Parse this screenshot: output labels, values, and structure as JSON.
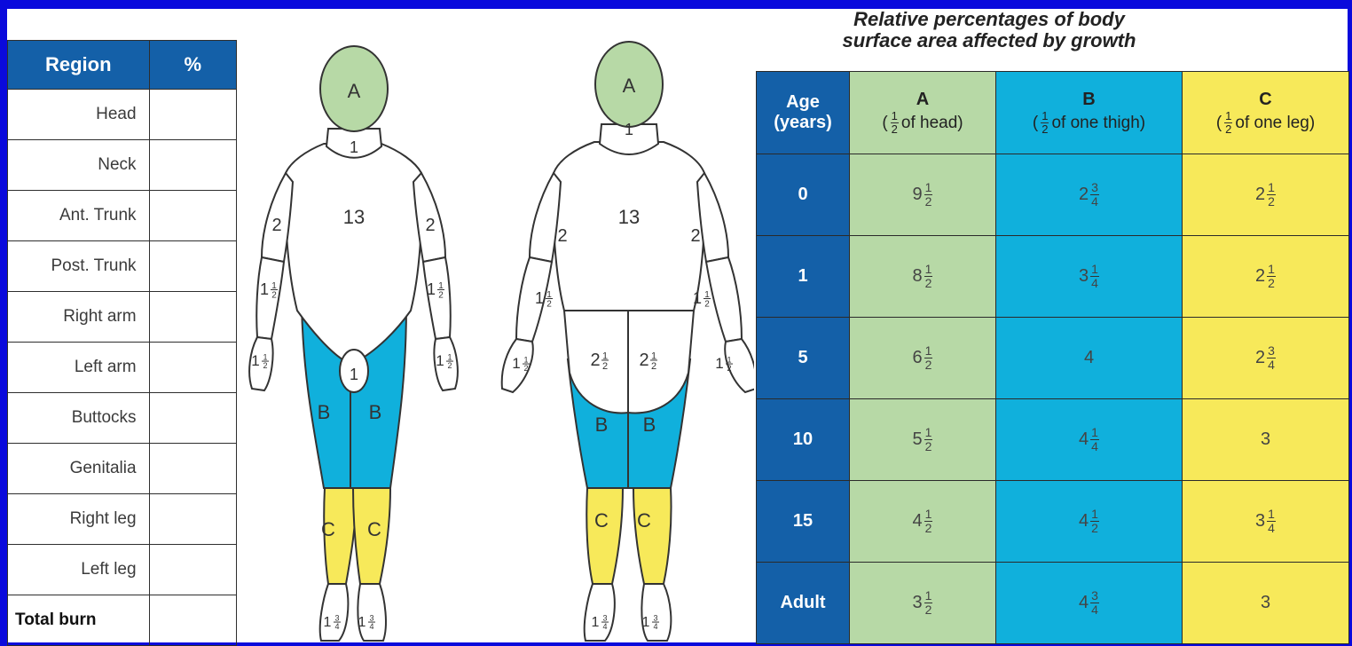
{
  "region_table": {
    "headers": [
      "Region",
      "%"
    ],
    "rows": [
      "Head",
      "Neck",
      "Ant. Trunk",
      "Post. Trunk",
      "Right arm",
      "Left arm",
      "Buttocks",
      "Genitalia",
      "Right leg",
      "Left leg"
    ],
    "total_label": "Total burn"
  },
  "diagram_labels": {
    "front": {
      "head": "A",
      "neck": "1",
      "trunk": "13",
      "upper_arm": "2",
      "forearm_whole": "1",
      "forearm_frac": {
        "num": "1",
        "den": "2"
      },
      "hand_whole": "1",
      "hand_frac": {
        "num": "1",
        "den": "2"
      },
      "genitalia": "1",
      "thigh": "B",
      "leg": "C",
      "foot_whole": "1",
      "foot_frac": {
        "num": "3",
        "den": "4"
      }
    },
    "back": {
      "head": "A",
      "neck": "1",
      "trunk": "13",
      "upper_arm": "2",
      "forearm_whole": "1",
      "forearm_frac": {
        "num": "1",
        "den": "2"
      },
      "hand_whole": "1",
      "hand_frac": {
        "num": "1",
        "den": "2"
      },
      "buttock_whole": "2",
      "buttock_frac": {
        "num": "1",
        "den": "2"
      },
      "thigh": "B",
      "leg": "C",
      "foot_whole": "1",
      "foot_frac": {
        "num": "3",
        "den": "4"
      }
    }
  },
  "growth_table": {
    "title_line1": "Relative percentages of body",
    "title_line2": "surface area affected by growth",
    "age_header_line1": "Age",
    "age_header_line2": "(years)",
    "columns": [
      {
        "letter": "A",
        "pre": "(",
        "frac": {
          "num": "1",
          "den": "2"
        },
        "post": "of head)"
      },
      {
        "letter": "B",
        "pre": "(",
        "frac": {
          "num": "1",
          "den": "2"
        },
        "post": "of one thigh)"
      },
      {
        "letter": "C",
        "pre": "(",
        "frac": {
          "num": "1",
          "den": "2"
        },
        "post": "of one leg)"
      }
    ],
    "rows": [
      {
        "age": "0",
        "a": {
          "w": "9",
          "n": "1",
          "d": "2"
        },
        "b": {
          "w": "2",
          "n": "3",
          "d": "4"
        },
        "c": {
          "w": "2",
          "n": "1",
          "d": "2"
        }
      },
      {
        "age": "1",
        "a": {
          "w": "8",
          "n": "1",
          "d": "2"
        },
        "b": {
          "w": "3",
          "n": "1",
          "d": "4"
        },
        "c": {
          "w": "2",
          "n": "1",
          "d": "2"
        }
      },
      {
        "age": "5",
        "a": {
          "w": "6",
          "n": "1",
          "d": "2"
        },
        "b": {
          "w": "4"
        },
        "c": {
          "w": "2",
          "n": "3",
          "d": "4"
        }
      },
      {
        "age": "10",
        "a": {
          "w": "5",
          "n": "1",
          "d": "2"
        },
        "b": {
          "w": "4",
          "n": "1",
          "d": "4"
        },
        "c": {
          "w": "3"
        }
      },
      {
        "age": "15",
        "a": {
          "w": "4",
          "n": "1",
          "d": "2"
        },
        "b": {
          "w": "4",
          "n": "1",
          "d": "2"
        },
        "c": {
          "w": "3",
          "n": "1",
          "d": "4"
        }
      },
      {
        "age": "Adult",
        "a": {
          "w": "3",
          "n": "1",
          "d": "2"
        },
        "b": {
          "w": "4",
          "n": "3",
          "d": "4"
        },
        "c": {
          "w": "3"
        }
      }
    ]
  },
  "colors": {
    "frame": "#0a0adc",
    "header_blue": "#1460a8",
    "zone_a_green": "#b7d9a6",
    "zone_b_blue": "#10b0dc",
    "zone_c_yellow": "#f7e95a"
  }
}
